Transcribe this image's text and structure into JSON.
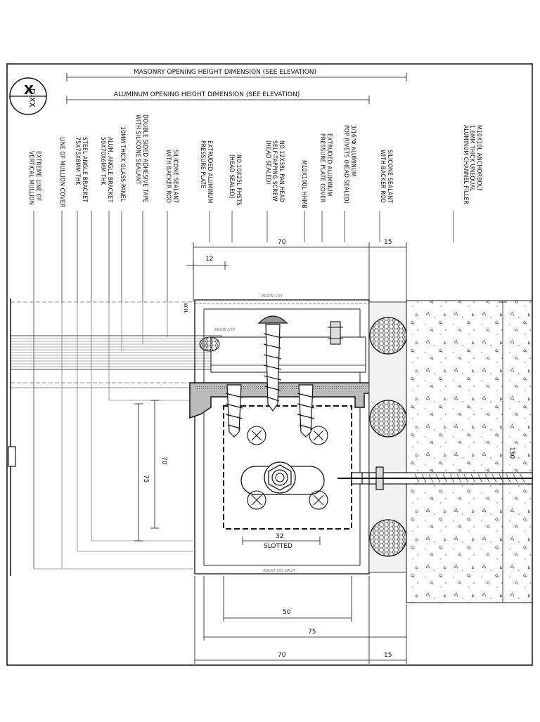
{
  "detail_tag": {
    "number": "X",
    "ref": "D-XX"
  },
  "top_dims": {
    "masonry": "MASONRY OPENING HEIGHT DIMENSION (SEE ELEVATION)",
    "aluminum": "ALUMINUM OPENING HEIGHT DIMENSION (SEE ELEVATION)"
  },
  "callouts": [
    "EXTREME LINE OF\nVERTICAL MULLION",
    "LINE OF MULLION COVER",
    "STEEL ANGLE BRACKET\n75x75x8mm THK",
    "ALUM. ANGLE BRACKET\n50x70x6mm THK",
    "10mm THICK GLASS PANEL",
    "DOUBLE SIDED ADHESIVE TAPE\nWITH SILICONE SEALANT",
    "SILICONE SEALANT\nWITH BACKER ROD",
    "EXTRUDED ALUMINUM\nPRESSURE PLATE",
    "NO.10x25L FHSTS\n(HEAD SEALED)",
    "NO.12x38L PAN HEAD\nSELF-TAPPING SCREW\n(HEAD SEALED)",
    "M10x100L HHMB",
    "EXTRUDED ALUMINUM\nPRESSURE PLATE COVER",
    "3/16\"Φ ALUMINUM\nPOP RIVETS (HEAD SEALED)",
    "SILICONE SEALANT\nWITH BACKER ROD",
    "M10x10L ANCHORBOLT\n1.6mm THICK UNEQUAL\nALUMINUM CHANNEL FILLER"
  ],
  "dims": {
    "top_70": "70",
    "top_15": "15",
    "top_12": "12",
    "left_70": "70",
    "left_75": "75",
    "slot_32": "32",
    "slotted": "SLOTTED",
    "right_150": "150",
    "bot_50": "50",
    "bot_75": "75",
    "bot_70": "70",
    "bot_15": "15"
  },
  "profile_tags": {
    "top": "AGCW-104",
    "mid": "AGCW-107",
    "bottom": "AGCW-101 SPLIT",
    "wh": "W.H."
  }
}
